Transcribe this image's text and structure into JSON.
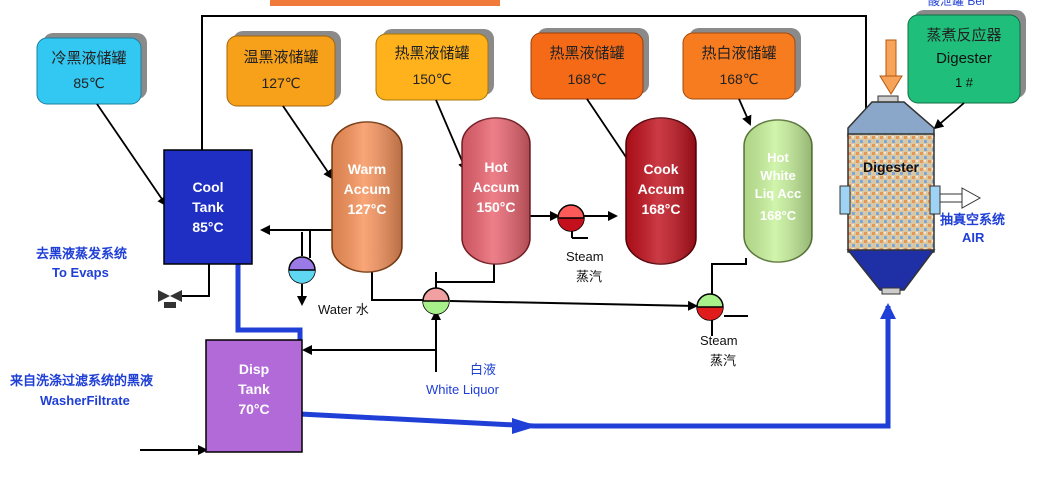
{
  "header": {
    "top_right_partial": "酸泄罐 Bel"
  },
  "callouts": {
    "cold_black": {
      "zh": "冷黑液储罐",
      "temp": "85℃",
      "color": "#33c8f2"
    },
    "warm_black": {
      "zh": "温黑液储罐",
      "temp": "127℃",
      "color": "#f7a019"
    },
    "hot_black_150": {
      "zh": "热黑液储罐",
      "temp": "150℃",
      "color": "#ffb21c"
    },
    "hot_black_168": {
      "zh": "热黑液储罐",
      "temp": "168℃",
      "color": "#f46a17"
    },
    "hot_white": {
      "zh": "热白液储罐",
      "temp": "168℃",
      "color": "#f77b1f"
    },
    "digester": {
      "zh": "蒸煮反应器",
      "en": "Digester",
      "num": "1 #",
      "color": "#1fbe7b"
    }
  },
  "tanks": {
    "cool": {
      "l1": "Cool",
      "l2": "Tank",
      "l3": "85°C",
      "color": "#1f2fc4"
    },
    "disp": {
      "l1": "Disp",
      "l2": "Tank",
      "l3": "70°C",
      "color": "#b26ad9"
    },
    "warm": {
      "l1": "Warm",
      "l2": "Accum",
      "l3": "127°C",
      "color": "#f7925a"
    },
    "hot150": {
      "l1": "Hot",
      "l2": "Accum",
      "l3": "150°C",
      "color": "#e9636f"
    },
    "cook168": {
      "l1": "Cook",
      "l2": "Accum",
      "l3": "168°C",
      "color": "#c0101c"
    },
    "white": {
      "l1": "Hot",
      "l2": "White",
      "l3": "Liq Acc",
      "l4": "168°C",
      "color": "#c7f29a"
    },
    "digester": {
      "label": "Digester"
    }
  },
  "labels": {
    "to_evaps_zh": "去黑液蒸发系统",
    "to_evaps_en": "To Evaps",
    "washer_zh": "来自洗涤过滤系统的黑液",
    "washer_en": "WasherFiltrate",
    "water": "Water  水",
    "steam1": "Steam",
    "steam1_zh": "蒸汽",
    "steam2": "Steam",
    "steam2_zh": "蒸汽",
    "white_liquor_zh": "白液",
    "white_liquor_en": "White Liquor",
    "vacuum_zh": "抽真空系统",
    "vacuum_en": "AIR"
  }
}
